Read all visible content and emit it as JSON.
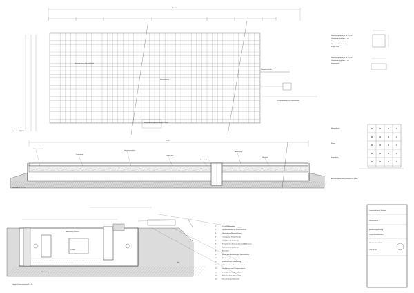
{
  "plan": {
    "total_dim": "65.93",
    "label_left": "Drainage unter Wasserfläche",
    "label_center": "Wasserfläche",
    "label_right": "Pumpenschacht",
    "label_bottom": "Pumpenleitung zum Wasserwerk",
    "label_box": "Wasserfläche gesamt Fläche 870 m²",
    "caption": "Grundriss   M 1:50"
  },
  "legend_top": {
    "lines": [
      "Natursteinplatte 30 x 30 x 3 cm",
      "Unterbeton geglättet, 8 cm",
      "Fugenmörtel",
      "Naturstein Plattenbelag",
      "Fugen 1 cm"
    ]
  },
  "section": {
    "dim": "65.93",
    "caption": "Schnitt A-A'   M 1:20",
    "labels": [
      "Natursteinplatte",
      "Drainmatte",
      "Speicherschicht",
      "Tragschicht",
      "Kiesschüttung",
      "Abdichtung",
      "Überlauf"
    ]
  },
  "detail": {
    "caption": "Detail Pumpenschacht   M 1:10",
    "labels": [
      "Abdeckung Schacht",
      "Pumpe",
      "Rohrleitung",
      "Kies"
    ]
  },
  "list": {
    "items": [
      "Pumpenabdeckung",
      "Revisionsdeckel für Schachtschacht",
      "Überlauf zur Abwasserleitung",
      "Tauchpumpe Einlauf Pumpe",
      "Geländer und Sicherung",
      "Pumpenschachtkonstruktion mit Abdeckung",
      "Rohrverbindung Überlauf",
      "Mörtelbett",
      "Beton und Abdichtung der Wasserfläche",
      "Abdichtung mit Schutzvlies",
      "Entwässerung Schachtsohle",
      "Ölabscheider und Kontrollschacht",
      "Druckleitung zum Pumpenschacht",
      "Zuleitung im Pumpenschacht",
      "Pumpenleitung Wasserwerk",
      "Wasserleitung Einbauteile"
    ]
  },
  "small_detail": {
    "caption": "Anschlussdetail Wasserfläche an Belag",
    "labels": [
      "Belagsfläche",
      "Rinne",
      "Fugenbild"
    ]
  },
  "titleblock": {
    "title": "Landschaftspark Stuttgart",
    "subtitle": "Wasserfläche",
    "row1": "Ausführungsplanung",
    "row2": "Detail Wasserbecken",
    "scale": "M 1:50 / 1:20 / 1:10",
    "plan_no": "Plan Nr. 04"
  }
}
